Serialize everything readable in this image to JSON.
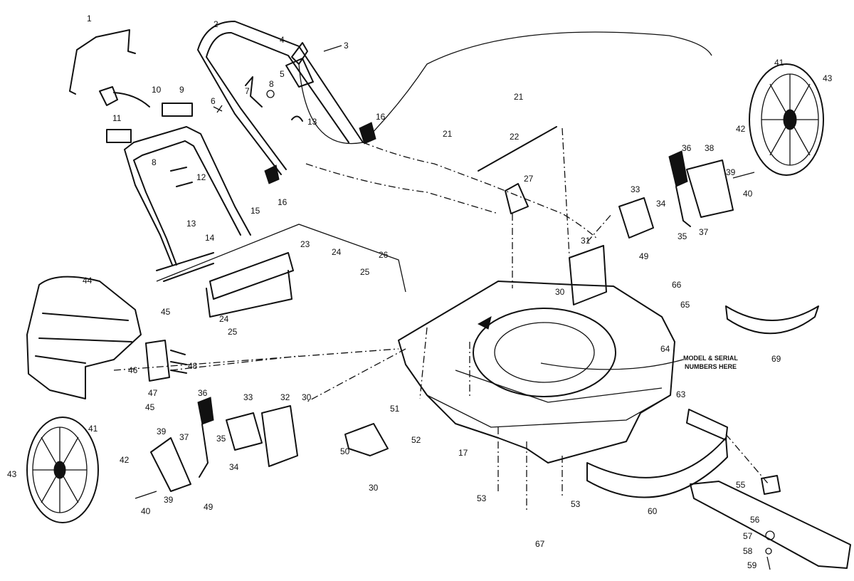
{
  "diagram": {
    "note_line1": "MODEL & SERIAL",
    "note_line2": "NUMBERS HERE",
    "labels": {
      "p1": "1",
      "p2": "2",
      "p3": "3",
      "p4": "4",
      "p5": "5",
      "p6": "6",
      "p7": "7",
      "p8a": "8",
      "p8b": "8",
      "p9": "9",
      "p10": "10",
      "p11": "11",
      "p12": "12",
      "p13a": "13",
      "p13b": "13",
      "p14": "14",
      "p15": "15",
      "p16a": "16",
      "p16b": "16",
      "p17": "17",
      "p21a": "21",
      "p21b": "21",
      "p22": "22",
      "p23": "23",
      "p24a": "24",
      "p24b": "24",
      "p25a": "25",
      "p25b": "25",
      "p26": "26",
      "p27": "27",
      "p30a": "30",
      "p30b": "30",
      "p30c": "30",
      "p31": "31",
      "p32": "32",
      "p33a": "33",
      "p33b": "33",
      "p34a": "34",
      "p34b": "34",
      "p35a": "35",
      "p35b": "35",
      "p36a": "36",
      "p36b": "36",
      "p37a": "37",
      "p37b": "37",
      "p38": "38",
      "p39a": "39",
      "p39b": "39",
      "p40a": "40",
      "p40b": "40",
      "p41a": "41",
      "p41b": "41",
      "p42a": "42",
      "p42b": "42",
      "p43a": "43",
      "p43b": "43",
      "p44": "44",
      "p45a": "45",
      "p45b": "45",
      "p46": "46",
      "p47": "47",
      "p48": "48",
      "p49a": "49",
      "p49b": "49",
      "p50": "50",
      "p51": "51",
      "p52": "52",
      "p53a": "53",
      "p53b": "53",
      "p55": "55",
      "p56": "56",
      "p57": "57",
      "p58": "58",
      "p59": "59",
      "p60": "60",
      "p63": "63",
      "p64": "64",
      "p65": "65",
      "p66": "66",
      "p67": "67",
      "p69": "69",
      "p38b": "39"
    }
  }
}
